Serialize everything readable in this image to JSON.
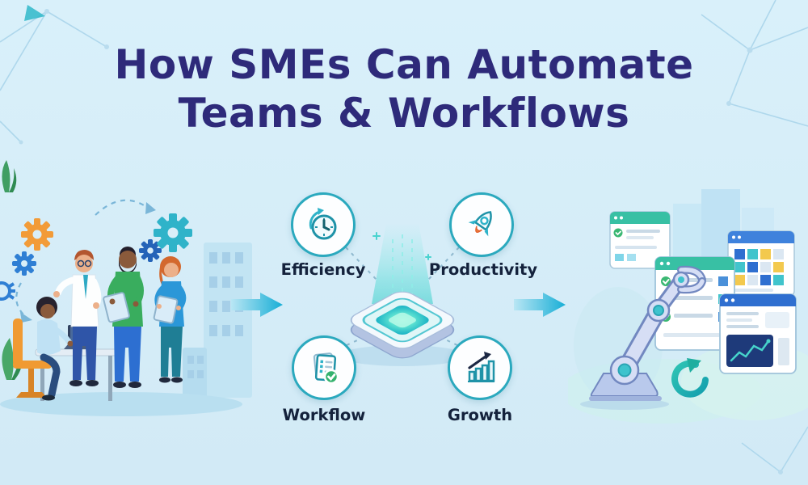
{
  "title": {
    "line1": "How SMEs Can Automate",
    "line2": "Teams & Workflows"
  },
  "hub": {
    "center_icon": "automation-chip",
    "items": [
      {
        "label": "Efficiency",
        "icon": "clock-icon"
      },
      {
        "label": "Productivity",
        "icon": "rocket-icon"
      },
      {
        "label": "Workflow",
        "icon": "checklist-icon"
      },
      {
        "label": "Growth",
        "icon": "bar-chart-growth-icon"
      }
    ]
  },
  "illustrations": {
    "left": "team-collaboration",
    "center": "automation-chip-with-benefits",
    "right": "robot-arm-with-app-windows"
  },
  "colors": {
    "background": "#d4ecf7",
    "title_text": "#2e2a7a",
    "accent_teal": "#23b3c9",
    "arrow_teal": "#17aed6",
    "success_green": "#35b26e",
    "orange_accent": "#f29b38",
    "robot_lavender": "#d6def5",
    "window_header_teal": "#38c0a4",
    "window_header_blue": "#2f6fd0"
  }
}
